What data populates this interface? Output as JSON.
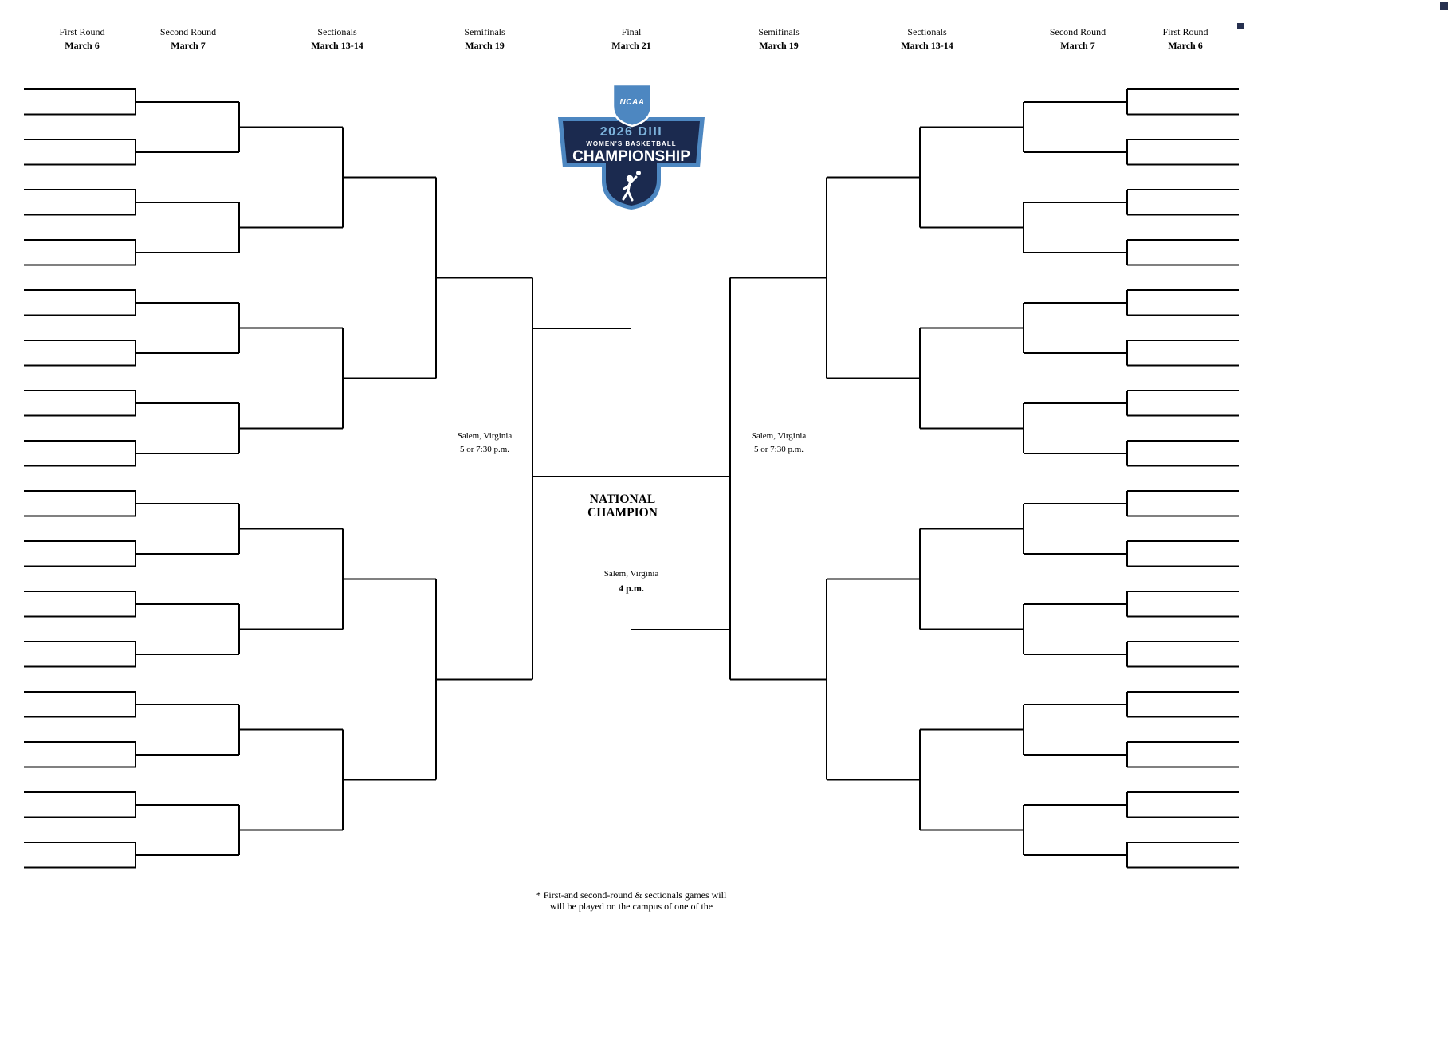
{
  "headers": [
    {
      "round": "First Round",
      "date": "March 6"
    },
    {
      "round": "Second Round",
      "date": "March 7"
    },
    {
      "round": "Sectionals",
      "date": "March 13-14"
    },
    {
      "round": "Semifinals",
      "date": "March 19"
    },
    {
      "round": "Final",
      "date": "March 21"
    },
    {
      "round": "Semifinals",
      "date": "March 19"
    },
    {
      "round": "Sectionals",
      "date": "March 13-14"
    },
    {
      "round": "Second Round",
      "date": "March 7"
    },
    {
      "round": "First Round",
      "date": "March 6"
    }
  ],
  "logo": {
    "ncaa_label": "NCAA",
    "year_division": "2026 DIII",
    "sport": "WOMEN'S BASKETBALL",
    "event": "CHAMPIONSHIP",
    "light_blue": "#4d87c1",
    "navy": "#1b2a4f",
    "accent_text": "#7db3dc"
  },
  "semifinal_left": {
    "venue": "Salem, Virginia",
    "time": "5 or 7:30 p.m."
  },
  "semifinal_right": {
    "venue": "Salem, Virginia",
    "time": "5 or 7:30 p.m."
  },
  "champion": {
    "line1": "NATIONAL",
    "line2": "CHAMPION"
  },
  "final": {
    "venue": "Salem, Virginia",
    "time": "4 p.m."
  },
  "footnote": {
    "line1": "* First-and second-round & sectionals games will",
    "line2": "will be played on the campus of one of the"
  },
  "bracket": {
    "teams_per_side": 32,
    "rounds_per_side": 5,
    "line_color": "#000000"
  }
}
